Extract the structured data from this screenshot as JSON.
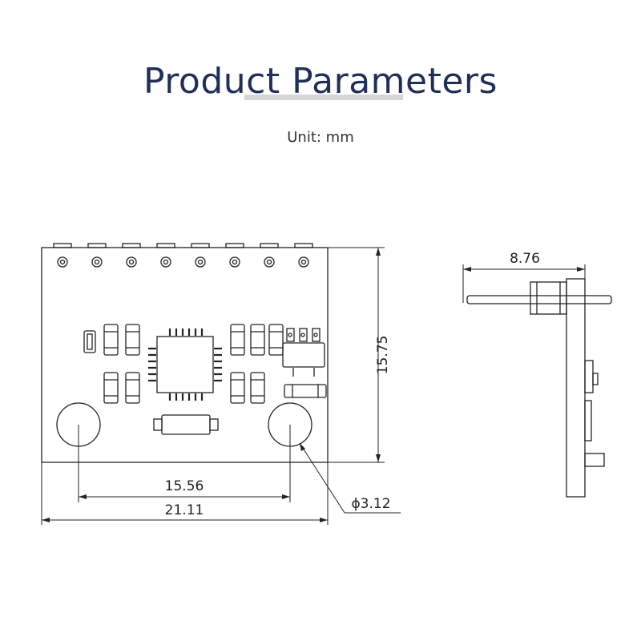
{
  "header": {
    "title": "Product Parameters",
    "unit_label": "Unit: mm"
  },
  "dimensions": {
    "height": "15.75",
    "hole_spacing": "15.56",
    "width": "21.11",
    "hole_diameter": "ϕ3.12",
    "side_depth": "8.76"
  },
  "colors": {
    "title": "#1f2f5c",
    "lines": "#222222",
    "title_accent": "#d6d6d6"
  }
}
